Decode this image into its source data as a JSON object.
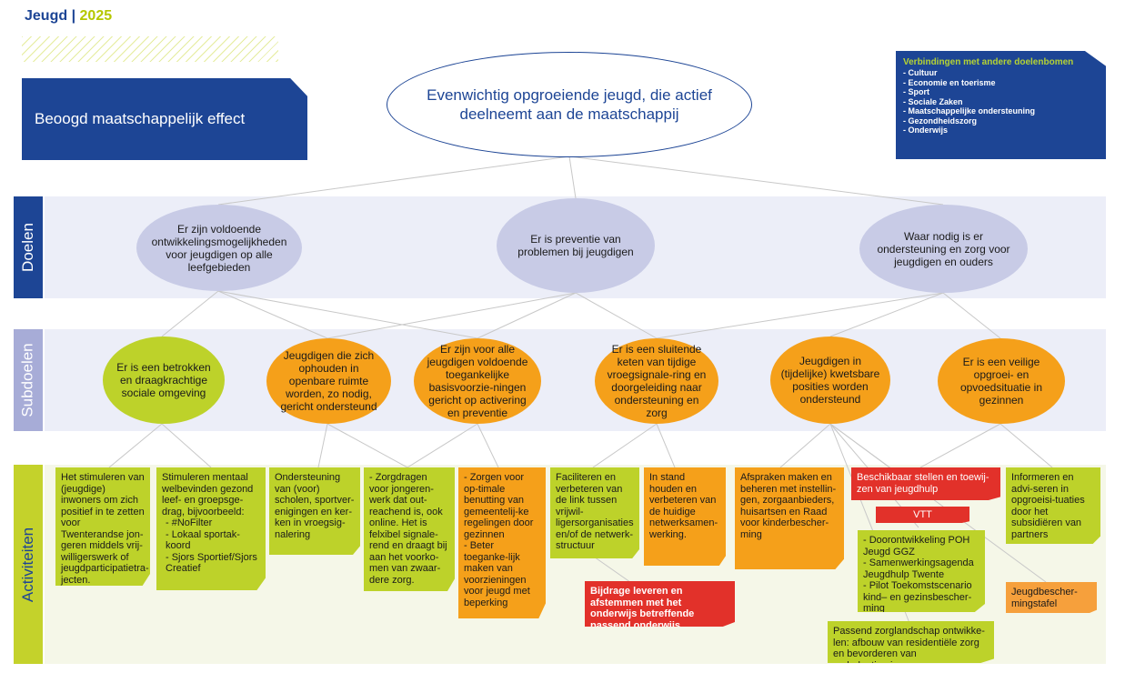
{
  "header": {
    "title_part1": "Jeugd",
    "separator": "|",
    "year": "2025"
  },
  "effect_label": "Beoogd maatschappelijk effect",
  "main_goal": "Evenwichtig opgroeiende jeugd, die actief deelneemt aan de maatschappij",
  "links": {
    "title": "Verbindingen met andere doelenbomen",
    "items": [
      "- Cultuur",
      "- Economie en toerisme",
      "- Sport",
      "- Sociale Zaken",
      "- Maatschappelijke ondersteuning",
      "- Gezondheidszorg",
      "- Onderwijs"
    ]
  },
  "bands": {
    "doelen": "Doelen",
    "subdoelen": "Subdoelen",
    "activiteiten": "Activiteiten"
  },
  "goals": [
    "Er zijn voldoende ontwikkelingsmogelijkheden voor jeugdigen op alle leefgebieden",
    "Er is preventie van problemen bij jeugdigen",
    "Waar nodig is er ondersteuning en zorg voor jeugdigen en ouders"
  ],
  "subgoals": [
    "Er is een betrokken en draagkrachtige sociale omgeving",
    "Jeugdigen die zich ophouden in openbare ruimte worden, zo nodig, gericht ondersteund",
    "Er zijn voor alle jeugdigen voldoende toegankelijke basisvoorzie-ningen gericht op activering en preventie",
    "Er is een sluitende keten van tijdige vroegsignale-ring en doorgeleiding naar ondersteuning en zorg",
    "Jeugdigen in (tijdelijke) kwetsbare posities worden ondersteund",
    "Er is een veilige opgroei- en opvoedsituatie in gezinnen"
  ],
  "activities": [
    "Het stimuleren van (jeugdige) inwoners om zich positief in te zetten voor Twenterandse jon-geren middels vrij-willigerswerk of jeugdparticipatietra-jecten.",
    "Stimuleren mentaal welbevinden gezond leef- en groepsge-drag, bijvoorbeeld:",
    "- #NoFilter",
    "- Lokaal sportak-koord",
    "- Sjors Sportief/Sjors Creatief",
    "Ondersteuning van (voor) scholen, sportver-enigingen en ker-ken in vroegsig-nalering",
    "- Zorgdragen voor jongeren-werk dat out-reachend is, ook online. Het is felxibel signale-rend en draagt bij aan het voorko-men van zwaar-dere zorg.",
    "- Zorgen voor op-timale benutting van gemeentelij-ke regelingen door gezinnen",
    "- Beter toeganke-lijk maken van voorzieningen voor jeugd met beperking",
    "Faciliteren en verbeteren van de link tussen vrijwil-ligersorganisaties en/of de netwerk-structuur",
    "In stand houden en verbeteren van de huidige netwerksamen-werking.",
    "Afspraken maken en beheren met instellin-gen, zorgaanbieders, huisartsen en Raad voor kinderbescher-ming",
    "Beschikbaar stellen en toewij-zen van jeugdhulp",
    "VTT",
    "- Doorontwikkeling POH Jeugd GGZ",
    "- Samenwerkingsagenda Jeugdhulp Twente",
    "- Pilot Toekomstscenario kind– en gezinsbescher-ming",
    "Passend zorglandschap ontwikke-len: afbouw van residentiële zorg en bevorderen van ambulantisering",
    "Informeren en advi-seren in opgroeisi-tuaties door het subsidiëren van partners",
    "Jeugdbescher-mingstafel",
    "Bijdrage leveren en afstemmen met het onderwijs betreffende passend onderwijs"
  ],
  "colors": {
    "blue": "#1d4595",
    "green": "#bdd22a",
    "orange": "#f5a01a",
    "red": "#e2312a",
    "lavender": "#c8cbe6"
  }
}
